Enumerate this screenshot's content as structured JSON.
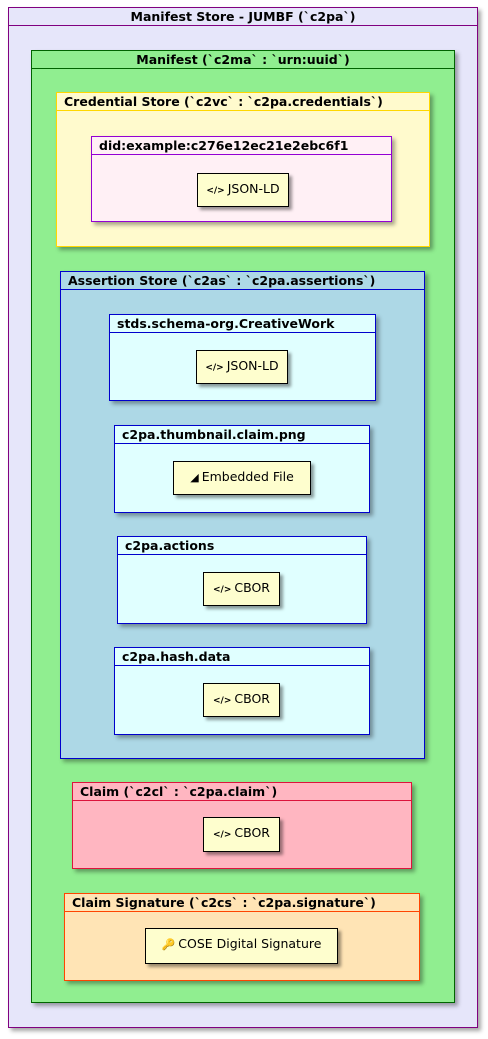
{
  "manifest_store": {
    "title": "Manifest Store - JUMBF (`c2pa`)",
    "colors": {
      "fill": "#e6e6fa",
      "border": "#800080"
    },
    "manifest": {
      "title": "Manifest (`c2ma` : `urn:uuid`)",
      "colors": {
        "fill": "#90ee90",
        "border": "#006400"
      },
      "credential_store": {
        "title": "Credential Store (`c2vc` : `c2pa.credentials`)",
        "colors": {
          "fill": "#fffacd",
          "border": "#ffd700"
        },
        "credential": {
          "title": "did:example:c276e12ec21e2ebc6f1",
          "colors": {
            "fill": "#fff0f5",
            "border": "#9400d3"
          },
          "content": {
            "icon": "code-icon",
            "label": "JSON-LD"
          }
        }
      },
      "assertion_store": {
        "title": "Assertion Store (`c2as` : `c2pa.assertions`)",
        "colors": {
          "fill": "#add8e6",
          "border": "#0000cd"
        },
        "assertions": [
          {
            "title": "stds.schema-org.CreativeWork",
            "content": {
              "icon": "code-icon",
              "label": "JSON-LD"
            }
          },
          {
            "title": "c2pa.thumbnail.claim.png",
            "content": {
              "icon": "image-icon",
              "label": "Embedded File"
            }
          },
          {
            "title": "c2pa.actions",
            "content": {
              "icon": "code-icon",
              "label": "CBOR"
            }
          },
          {
            "title": "c2pa.hash.data",
            "content": {
              "icon": "code-icon",
              "label": "CBOR"
            }
          }
        ],
        "assertion_colors": {
          "fill": "#e0ffff",
          "border": "#0000cd"
        }
      },
      "claim": {
        "title": "Claim (`c2cl` : `c2pa.claim`)",
        "colors": {
          "fill": "#ffb6c1",
          "border": "#dc143c"
        },
        "content": {
          "icon": "code-icon",
          "label": "CBOR"
        }
      },
      "claim_signature": {
        "title": "Claim Signature (`c2cs` : `c2pa.signature`)",
        "colors": {
          "fill": "#ffe4b5",
          "border": "#ff4500"
        },
        "content": {
          "icon": "key-icon",
          "label": "COSE Digital Signature"
        }
      }
    }
  }
}
